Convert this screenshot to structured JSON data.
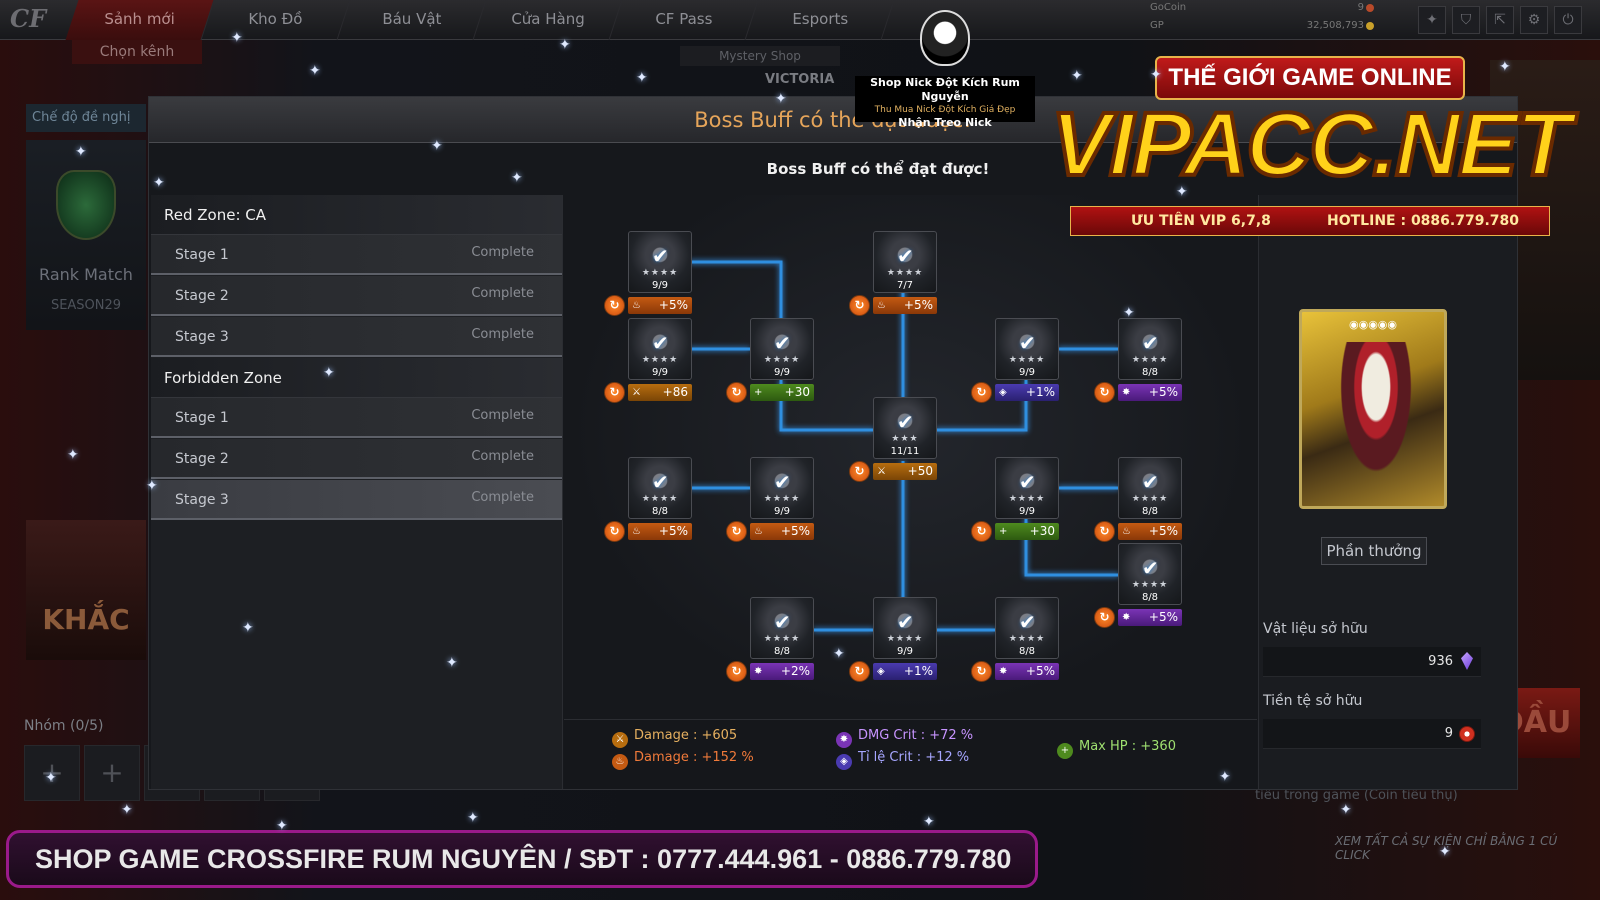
{
  "nav": {
    "tabs": [
      "Sảnh mới",
      "Kho Đồ",
      "Báu Vật",
      "Cửa Hàng",
      "CF Pass",
      "Esports"
    ],
    "sub_tab": "Chọn kênh",
    "mystery_shop": "Mystery Shop",
    "victoria": "VICTORIA"
  },
  "resources": {
    "gocoin_label": "GoCoin",
    "gocoin_value": "9",
    "gp_label": "GP",
    "gp_value": "32,508,793"
  },
  "left": {
    "mode_label": "Chế độ đề nghị",
    "rank_title": "Rank Match",
    "season": "SEASON29",
    "art_text": "KHẮC",
    "group_label": "Nhóm (0/5)"
  },
  "watermark": {
    "shop_line1": "Shop Nick Đột Kích Rum Nguyễn",
    "shop_line2": "Thu Mua Nick Đột Kích Giá Đẹp",
    "shop_line3": "Nhận Treo Nick",
    "vip_top": "THẾ GIỚI GAME ONLINE",
    "vip_main": "VIPACC.NET",
    "vip_left": "ƯU TIÊN VIP 6,7,8",
    "vip_right": "HOTLINE : 0886.779.780",
    "bottom_banner": "SHOP GAME CROSSFIRE RUM NGUYÊN / SĐT : 0777.444.961 - 0886.779.780"
  },
  "modal": {
    "title": "Boss Buff có thể đạt được!",
    "subtitle": "Boss Buff có thể đạt được!",
    "zones": [
      {
        "name": "Red Zone: CA",
        "stages": [
          {
            "name": "Stage 1",
            "status": "Complete"
          },
          {
            "name": "Stage 2",
            "status": "Complete"
          },
          {
            "name": "Stage 3",
            "status": "Complete"
          }
        ]
      },
      {
        "name": "Forbidden Zone",
        "stages": [
          {
            "name": "Stage 1",
            "status": "Complete"
          },
          {
            "name": "Stage 2",
            "status": "Complete"
          },
          {
            "name": "Stage 3",
            "status": "Complete"
          }
        ]
      }
    ],
    "nodes": [
      {
        "count": "9/9",
        "stars": "★★★★",
        "buff": "+5%",
        "type": "fire"
      },
      {
        "count": "7/7",
        "stars": "★★★★",
        "buff": "+5%",
        "type": "fire"
      },
      {
        "count": "9/9",
        "stars": "★★★★",
        "buff": "+86",
        "type": "sword"
      },
      {
        "count": "9/9",
        "stars": "★★★★",
        "buff": "+30",
        "type": "hp"
      },
      {
        "count": "9/9",
        "stars": "★★★★",
        "buff": "+1%",
        "type": "rate"
      },
      {
        "count": "8/8",
        "stars": "★★★★",
        "buff": "+5%",
        "type": "crit"
      },
      {
        "count": "11/11",
        "stars": "★★★",
        "buff": "+50",
        "type": "sword"
      },
      {
        "count": "8/8",
        "stars": "★★★★",
        "buff": "+5%",
        "type": "fire"
      },
      {
        "count": "9/9",
        "stars": "★★★★",
        "buff": "+5%",
        "type": "fire"
      },
      {
        "count": "9/9",
        "stars": "★★★★",
        "buff": "+30",
        "type": "hp"
      },
      {
        "count": "8/8",
        "stars": "★★★★",
        "buff": "+5%",
        "type": "fire"
      },
      {
        "count": "8/8",
        "stars": "★★★★",
        "buff": "+5%",
        "type": "crit"
      },
      {
        "count": "8/8",
        "stars": "★★★★",
        "buff": "+2%",
        "type": "crit"
      },
      {
        "count": "9/9",
        "stars": "★★★★",
        "buff": "+1%",
        "type": "rate"
      },
      {
        "count": "8/8",
        "stars": "★★★★",
        "buff": "+5%",
        "type": "crit"
      }
    ],
    "summary": {
      "damage_flat": "Damage : +605",
      "damage_pct": "Damage : +152 %",
      "dmg_crit": "DMG Crit : +72 %",
      "crit_rate": "Tỉ lệ Crit : +12 %",
      "max_hp": "Max HP : +360"
    },
    "reward_button": "Phần thưởng",
    "materials_label": "Vật liệu sở hữu",
    "materials_value": "936",
    "currency_label": "Tiền tệ sở hữu",
    "currency_value": "9"
  },
  "bottom_right": {
    "note1": "tiêu trong game (Coin tiêu thụ)",
    "note2": "XEM TẤT CẢ SỰ KIỆN CHỈ BẰNG 1 CÚ CLICK",
    "button_text": "ĐẦU"
  },
  "colors": {
    "accent_orange": "#e6a55a",
    "line_blue": "#2f8fe0",
    "fire": "#c45a12",
    "sword": "#b76d0f",
    "hp": "#4e8a1e",
    "crit": "#7a34b5",
    "rate": "#4a3bb0"
  },
  "icons": [
    "refresh-icon",
    "fire-icon",
    "sword-icon",
    "plus-icon",
    "crit-icon",
    "gem-icon",
    "coin-icon",
    "check-icon"
  ]
}
